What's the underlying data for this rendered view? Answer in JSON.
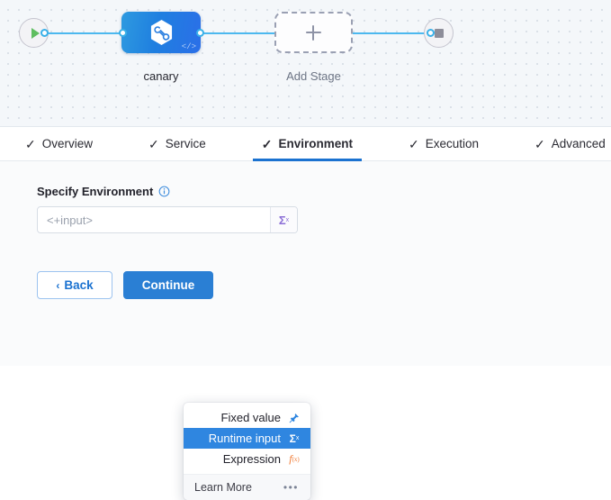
{
  "pipeline": {
    "start_node": {
      "icon": "play-icon",
      "label": ""
    },
    "end_node": {
      "icon": "stop-icon",
      "label": ""
    },
    "stages": [
      {
        "name": "canary",
        "icon": "harness-hexagon-icon",
        "badge": "</>"
      },
      {
        "name": "Add Stage",
        "icon": "plus-icon"
      }
    ]
  },
  "tabs": [
    {
      "label": "Overview",
      "check": "✓",
      "active": false
    },
    {
      "label": "Service",
      "check": "✓",
      "active": false
    },
    {
      "label": "Environment",
      "check": "✓",
      "active": true
    },
    {
      "label": "Execution",
      "check": "✓",
      "active": false
    },
    {
      "label": "Advanced",
      "check": "✓",
      "active": false
    }
  ],
  "form": {
    "field_label": "Specify Environment",
    "info_icon": "info-icon",
    "input_value": "<+input>",
    "input_placeholder": "<+input>",
    "sigma_button": "Σ",
    "sigma_button_sup": "x"
  },
  "buttons": {
    "back_label": "Back",
    "back_chevron": "‹",
    "continue_label": "Continue"
  },
  "dropdown": {
    "items": [
      {
        "label": "Fixed value",
        "icon": "pin-icon",
        "selected": false
      },
      {
        "label": "Runtime input",
        "icon": "sigma-icon",
        "selected": true
      },
      {
        "label": "Expression",
        "icon": "fx-icon",
        "selected": false
      }
    ],
    "sigma_glyph": "Σ",
    "sigma_sup": "x",
    "fx_glyph": "f",
    "fx_sub": "(x)",
    "footer_label": "Learn More",
    "footer_icon": "ellipsis-icon",
    "footer_dots": "•••"
  },
  "colors": {
    "accent_blue": "#2a7fd4",
    "tab_underline": "#1b72d0",
    "edge_blue": "#4cb8ef",
    "sigma_purple": "#8b6ed6",
    "fx_orange": "#f07a34",
    "selected_row": "#2f86e0",
    "play_green": "#5fbe60",
    "canvas_bg": "#f4f7fa"
  }
}
